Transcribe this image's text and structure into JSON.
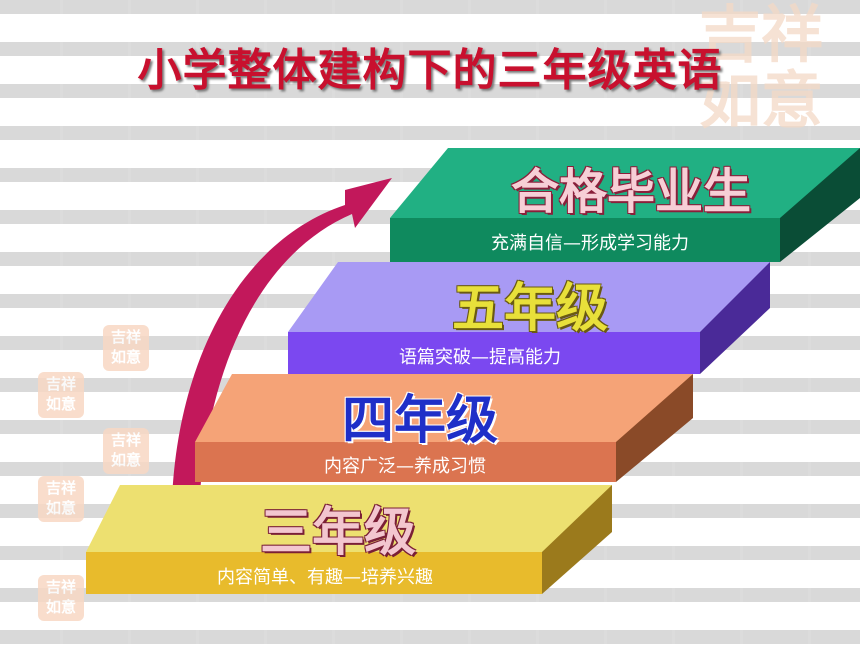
{
  "title": "小学整体建构下的三年级英语",
  "decoration": {
    "logo_text": "吉祥如意",
    "seal_text": "吉祥如意"
  },
  "steps": [
    {
      "title": "三年级",
      "subtitle": "内容简单、有趣—培养兴趣",
      "top_color": "#ede070",
      "front_color": "#e8bb2c",
      "side_color": "#9b7a1c",
      "title_color": "#f3c6cf",
      "title_stroke": "#7a1f36"
    },
    {
      "title": "四年级",
      "subtitle": "内容广泛—养成习惯",
      "top_color": "#f5a377",
      "front_color": "#db7450",
      "side_color": "#8a4a28",
      "title_color": "#1f2fc8",
      "title_stroke": "#ffffff"
    },
    {
      "title": "五年级",
      "subtitle": "语篇突破—提高能力",
      "top_color": "#a89af4",
      "front_color": "#7b48f0",
      "side_color": "#4a2a98",
      "title_color": "#e8e03a",
      "title_stroke": "#6a5a12"
    },
    {
      "title": "合格毕业生",
      "subtitle": "充满自信—形成学习能力",
      "top_color": "#21b083",
      "front_color": "#0f8a5e",
      "side_color": "#0a4d36",
      "title_color": "#f7cfd6",
      "title_stroke": "#8a1f3a"
    }
  ],
  "arrow_color": "#c2185b"
}
